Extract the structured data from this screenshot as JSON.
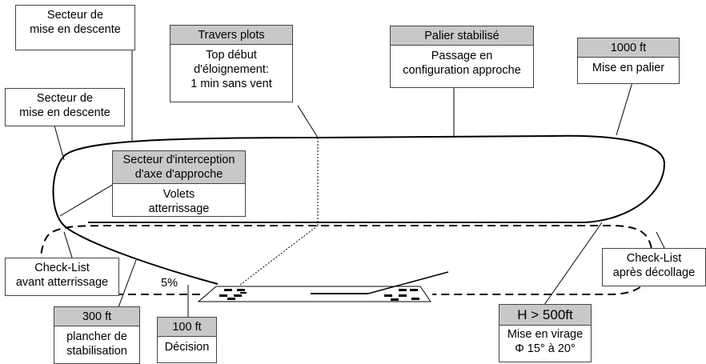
{
  "labels": {
    "secteur_descente_1": "Secteur de\nmise en descente",
    "secteur_descente_2": "Secteur de\nmise en descente",
    "travers_header": "Travers plots",
    "travers_body": "Top début\nd'éloignement:\n1 min sans vent",
    "palier_header": "Palier stabilisé",
    "palier_body": "Passage en\nconfiguration approche",
    "ft1000_header": "1000 ft",
    "ft1000_body": "Mise en palier",
    "interception_header": "Secteur d'interception\nd'axe d'approche",
    "interception_body": "Volets\natterrissage",
    "checklist_avant": "Check-List\navant atterrissage",
    "checklist_apres": "Check-List\naprès décollage",
    "ft300_header": "300 ft",
    "ft300_body": "plancher de\nstabilisation",
    "ft100_header": "100 ft",
    "ft100_body": "Décision",
    "h500_header": "H > 500ft",
    "h500_body": "Mise en virage\nΦ 15° à 20°",
    "slope": "5%"
  },
  "colors": {
    "header_fill": "#c8c8c8",
    "line": "#000000",
    "border": "#444444"
  }
}
